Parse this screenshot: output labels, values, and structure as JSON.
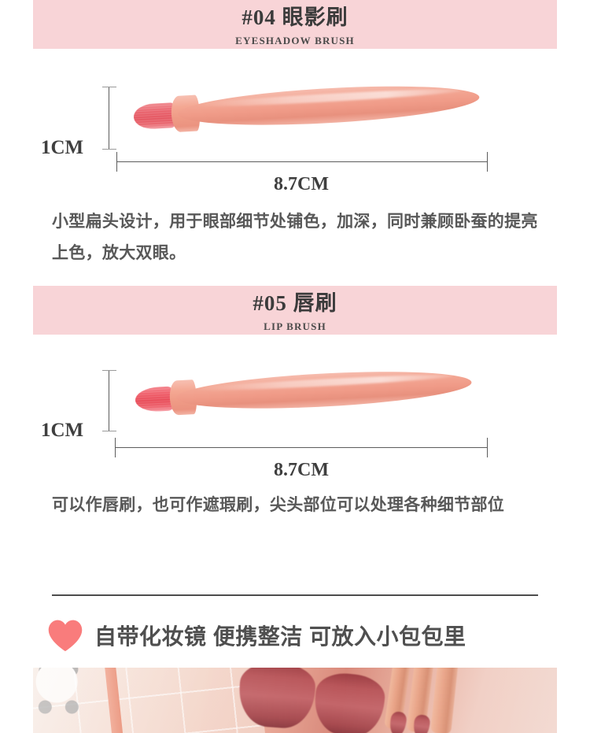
{
  "theme": {
    "banner_bg": "#f8d4d7",
    "heart_color": "#f97c7c",
    "handle_color": "#f0a18c",
    "bristle_color": "#e6565f",
    "text_color": "#585858",
    "divider_color": "#4d4d4d"
  },
  "sections": [
    {
      "banner": {
        "cn": "#04 眼影刷",
        "en": "EYESHADOW BRUSH"
      },
      "dimensions": {
        "height_label": "1CM",
        "length_label": "8.7CM"
      },
      "brush": {
        "type": "flat-tip",
        "icon": "eyeshadow-brush-icon"
      },
      "description": "小型扁头设计，用于眼部细节处铺色，加深，同时兼顾卧蚕的提亮上色，放大双眼。"
    },
    {
      "banner": {
        "cn": "#05 唇刷",
        "en": "LIP BRUSH"
      },
      "dimensions": {
        "height_label": "1CM",
        "length_label": "8.7CM"
      },
      "brush": {
        "type": "rounded-tip",
        "icon": "lip-brush-icon"
      },
      "description": "可以作唇刷，也可作遮瑕刷，尖头部位可以处理各种细节部位"
    }
  ],
  "feature": {
    "icon": "heart-icon",
    "text": "自带化妆镜 便携整洁 可放入小包包里"
  },
  "photo": {
    "alt": "makeup-brush-set-in-case-photo"
  }
}
